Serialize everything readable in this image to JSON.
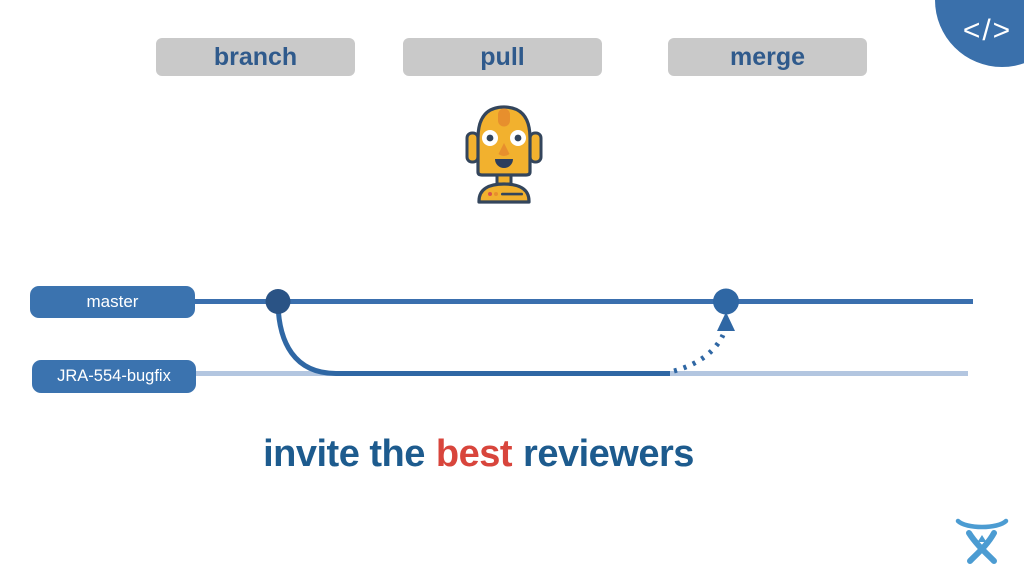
{
  "steps": [
    {
      "label": "branch"
    },
    {
      "label": "pull"
    },
    {
      "label": "merge"
    }
  ],
  "code_badge": {
    "symbols": "</>"
  },
  "diagram": {
    "branches": [
      {
        "name": "master"
      },
      {
        "name": "JRA-554-bugfix"
      }
    ],
    "events": [
      {
        "type": "branch-point",
        "from": "master",
        "to": "JRA-554-bugfix"
      },
      {
        "type": "merge-point",
        "from": "JRA-554-bugfix",
        "to": "master",
        "style": "dotted-arrow"
      }
    ]
  },
  "caption": {
    "prefix": "invite the",
    "highlight": "best",
    "suffix": "reviewers"
  },
  "icons": {
    "robot": "robot-face",
    "code": "code-angle-brackets",
    "logo": "atlassian-charlie-mark"
  },
  "colors": {
    "badge_blue": "#3a70ab",
    "label_gray": "#c9c9c9",
    "label_text_blue": "#2f5a8c",
    "pill_blue": "#3b73af",
    "master_line": "#3a6fae",
    "branch_line_light": "#b3c6e0",
    "branch_line_active": "#2f67a4",
    "branch_dot_dark": "#2a5385",
    "caption_blue": "#1d5b8e",
    "caption_red": "#d8453c",
    "robot_gold": "#f2b12e",
    "robot_orange": "#e78f2d",
    "robot_outline": "#33455c",
    "logo_blue": "#4c9cd2"
  }
}
